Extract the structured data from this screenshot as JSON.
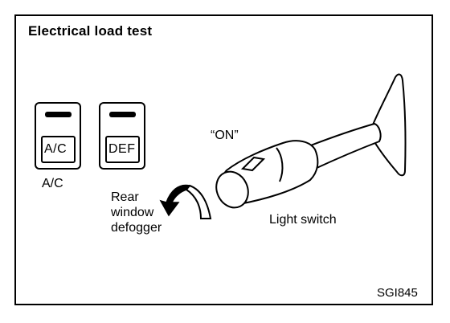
{
  "title": "Electrical load test",
  "buttons": {
    "ac_button_text": "A/C",
    "def_button_text": "DEF"
  },
  "labels": {
    "ac_caption": "A/C",
    "on_state": "“ON”",
    "rear_line1": "Rear",
    "rear_line2": "window",
    "rear_line3": "defogger",
    "light_switch": "Light switch"
  },
  "figure_code": "SGI845"
}
